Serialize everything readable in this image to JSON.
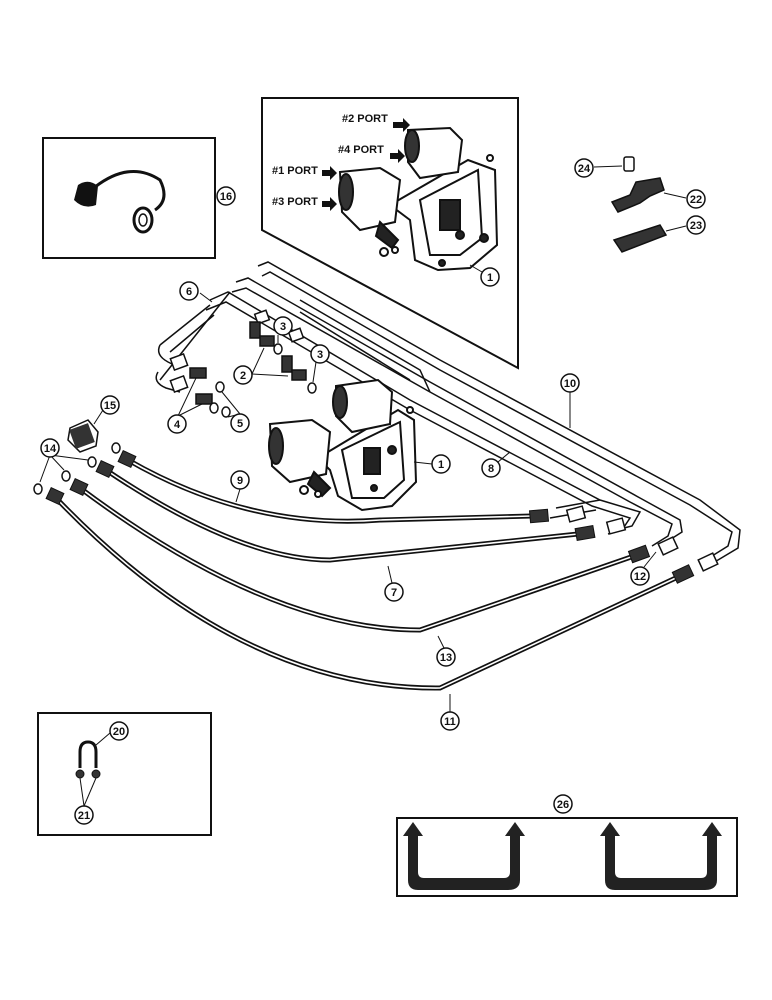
{
  "ports": {
    "port2": "#2 PORT",
    "port4": "#4 PORT",
    "port1": "#1 PORT",
    "port3": "#3 PORT"
  },
  "callouts": {
    "c1a": "1",
    "c1b": "1",
    "c2": "2",
    "c3a": "3",
    "c3b": "3",
    "c4": "4",
    "c5": "5",
    "c6": "6",
    "c7": "7",
    "c8": "8",
    "c9": "9",
    "c10": "10",
    "c11": "11",
    "c12": "12",
    "c13": "13",
    "c14": "14",
    "c15": "15",
    "c16": "16",
    "c20": "20",
    "c21": "21",
    "c22": "22",
    "c23": "23",
    "c24": "24",
    "c26": "26"
  },
  "colors": {
    "ink": "#111111",
    "paper": "#ffffff"
  }
}
